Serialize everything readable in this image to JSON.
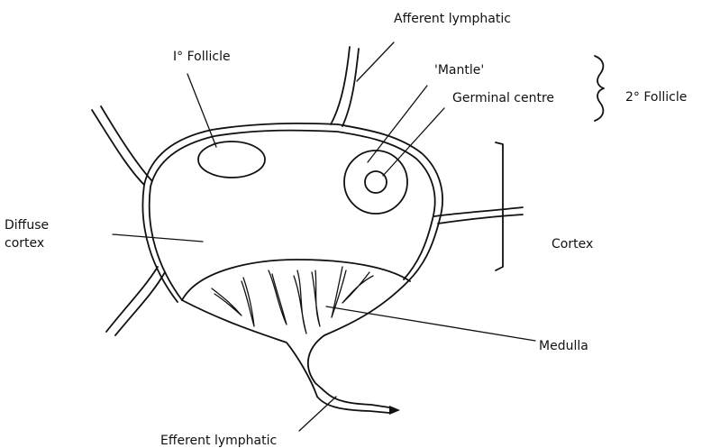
{
  "diagram": {
    "labels": {
      "afferent_lymphatic": "Afferent lymphatic",
      "primary_follicle": "I° Follicle",
      "mantle": "'Mantle'",
      "germinal_centre": "Germinal centre",
      "secondary_follicle": "2° Follicle",
      "diffuse_cortex_line1": "Diffuse",
      "diffuse_cortex_line2": "cortex",
      "cortex": "Cortex",
      "medulla": "Medulla",
      "efferent_lymphatic": "Efferent lymphatic"
    },
    "colors": {
      "ink": "#111111",
      "background": "#ffffff"
    }
  }
}
